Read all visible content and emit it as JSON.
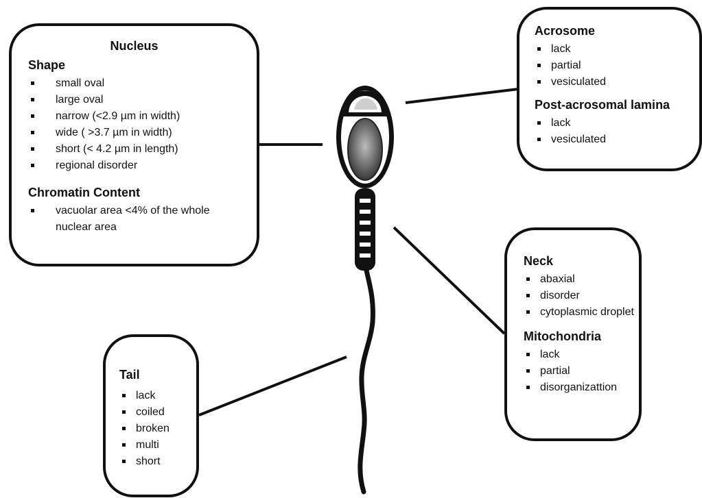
{
  "nucleus": {
    "title": "Nucleus",
    "shape": {
      "heading": "Shape",
      "items": [
        "small oval",
        "large oval",
        "narrow (<2.9 µm in width)",
        "wide ( >3.7 µm in width)",
        "short (< 4.2 µm in length)",
        "regional disorder"
      ]
    },
    "chromatin": {
      "heading": "Chromatin Content",
      "items": [
        "vacuolar area <4% of the whole nuclear area"
      ]
    }
  },
  "acrosome": {
    "heading": "Acrosome",
    "items": [
      "lack",
      "partial",
      "vesiculated"
    ]
  },
  "post_acrosomal": {
    "heading": "Post-acrosomal lamina",
    "items": [
      "lack",
      "vesiculated"
    ]
  },
  "neck": {
    "heading": "Neck",
    "items": [
      "abaxial",
      "disorder",
      "cytoplasmic droplet"
    ]
  },
  "mitochondria": {
    "heading": "Mitochondria",
    "items": [
      "lack",
      "partial",
      "disorganizattion"
    ]
  },
  "tail": {
    "heading": "Tail",
    "items": [
      "lack",
      "coiled",
      "broken",
      "multi",
      "short"
    ]
  }
}
